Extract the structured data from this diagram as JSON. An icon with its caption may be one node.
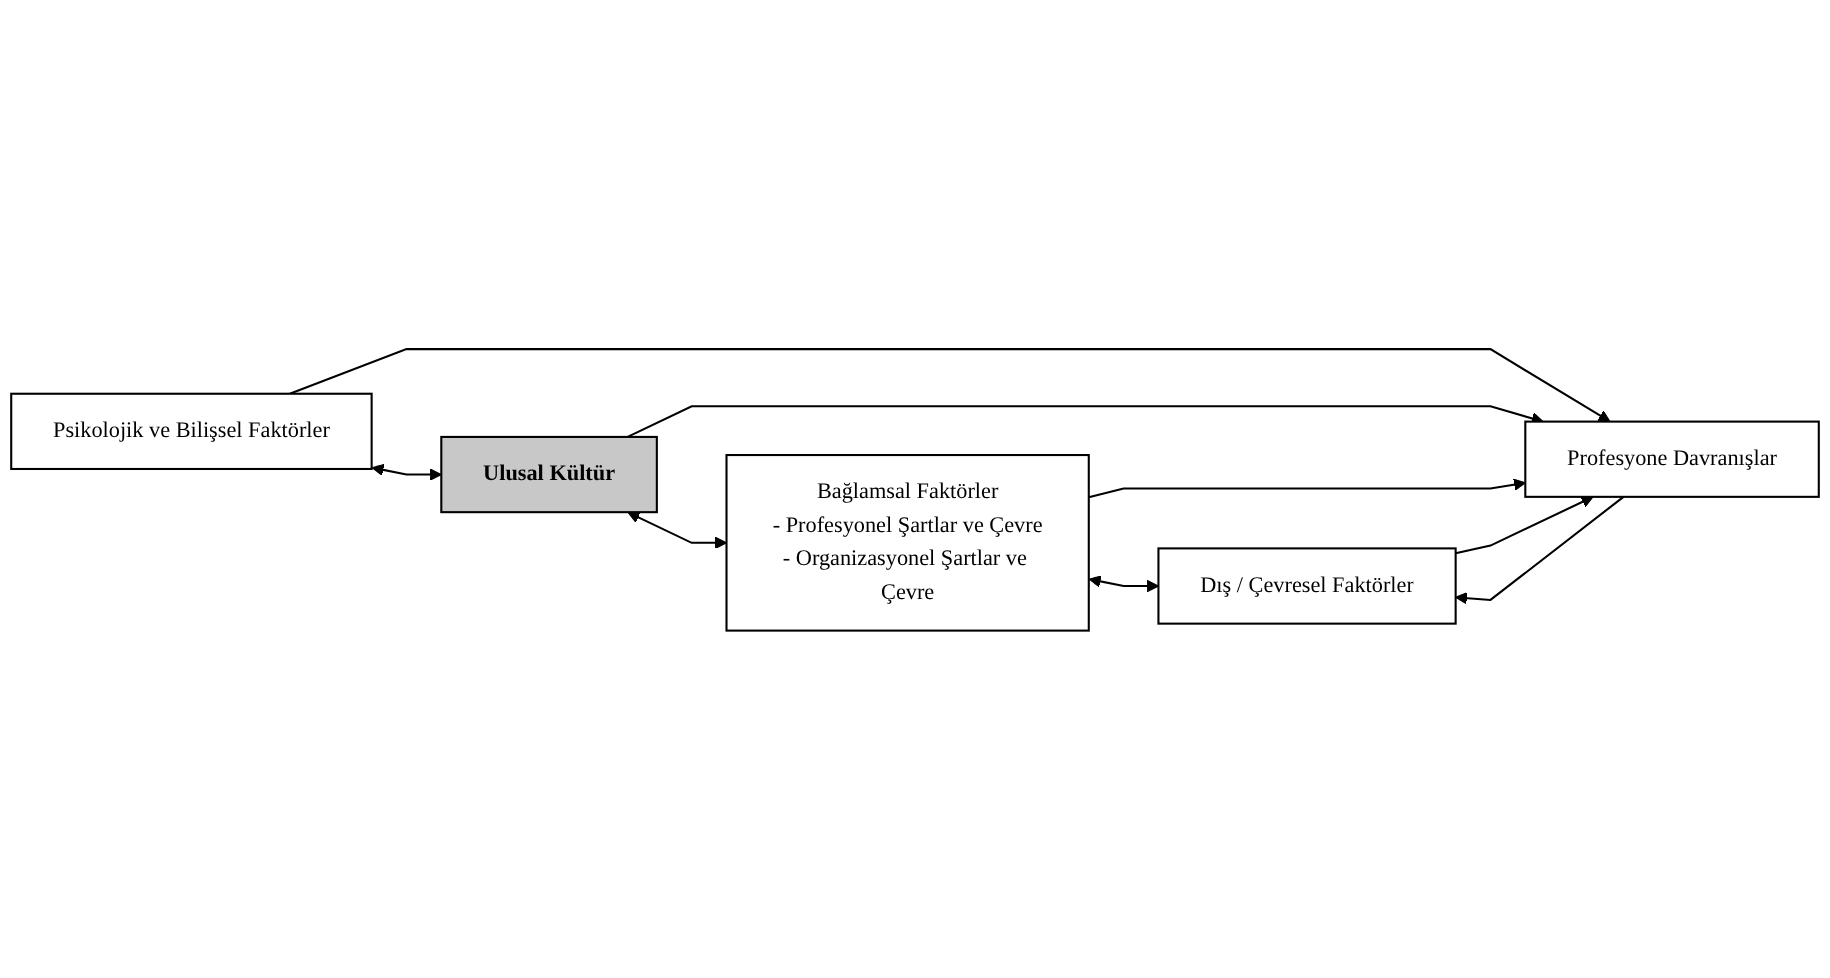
{
  "diagram": {
    "nodes": [
      {
        "text": [
          "Psikolojik ve Bilişsel Faktörler"
        ]
      },
      {
        "text": [
          "Ulusal Kültür"
        ]
      },
      {
        "text": [
          "Bağlamsal Faktörler",
          "- Profesyonel Şartlar ve Çevre",
          "- Organizasyonel Şartlar ve Çevre"
        ]
      },
      {
        "text": [
          "Dış / Çevresel Faktörler"
        ]
      },
      {
        "text": [
          "Profesyone Davranışlar"
        ]
      }
    ],
    "edges": [
      {
        "from": 0,
        "to": 1,
        "arrow": "both"
      },
      {
        "from": 1,
        "to": 2,
        "arrow": "both"
      },
      {
        "from": 2,
        "to": 3,
        "arrow": "both"
      },
      {
        "from": 0,
        "to": 4,
        "arrow": "to"
      },
      {
        "from": 1,
        "to": 4,
        "arrow": "to"
      },
      {
        "from": 2,
        "to": 4,
        "arrow": "to"
      },
      {
        "from": 3,
        "to": 4,
        "arrow": "to"
      },
      {
        "from": 4,
        "to": 3,
        "arrow": "to"
      }
    ]
  }
}
